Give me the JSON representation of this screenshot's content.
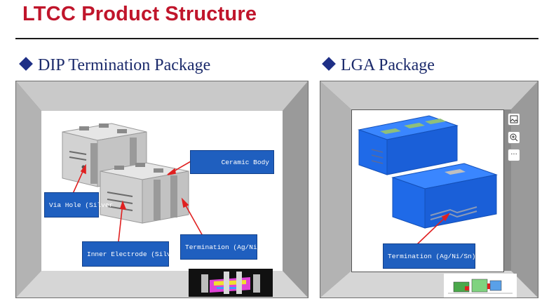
{
  "slide": {
    "title": "LTCC Product Structure",
    "title_color": "#c0152b"
  },
  "left_section": {
    "heading": "DIP Termination Package",
    "labels": {
      "ceramic_body": "Ceramic Body",
      "via_hole": "Via Hole (Silver",
      "inner_electrode": "Inner Electrode (Silver)",
      "termination": "Termination (Ag/Ni/Sn)"
    },
    "arrow_color": "#e02020"
  },
  "right_section": {
    "heading": "LGA Package",
    "labels": {
      "termination": "Termination (Ag/Ni/Sn)"
    },
    "body_color": "#1a6cf0"
  },
  "image_toolbar": {
    "icons": [
      "image-icon",
      "zoom-in-icon",
      "more-icon"
    ],
    "more_glyph": "···"
  }
}
